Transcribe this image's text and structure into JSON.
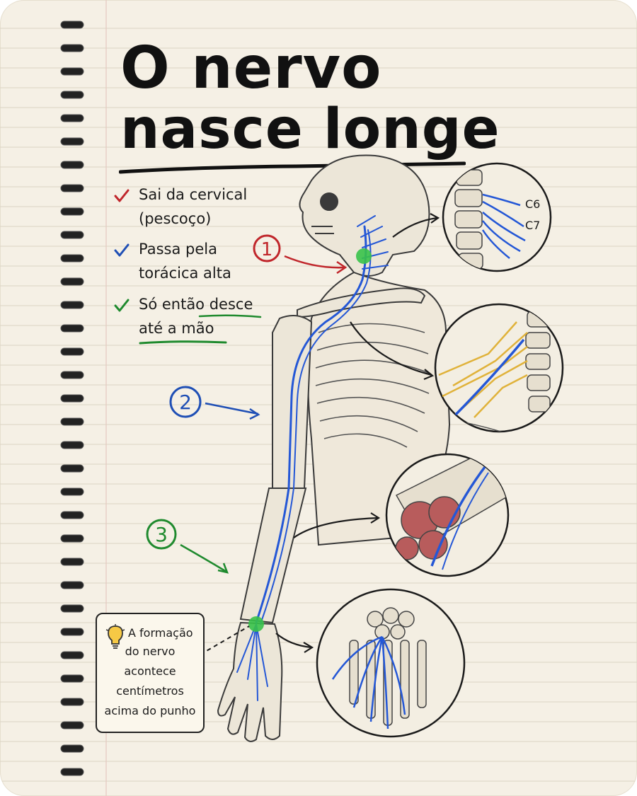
{
  "title": {
    "line1": "O nervo",
    "line2": "nasce longe"
  },
  "checklist": [
    {
      "lines": [
        "Sai da cervical",
        "(pescoço)"
      ],
      "color": "#c0262b"
    },
    {
      "lines": [
        "Passa pela",
        "torácica alta"
      ],
      "color": "#1f4fb5"
    },
    {
      "lines": [
        "Só então desce",
        "até a mão"
      ],
      "color": "#1f8a2e"
    }
  ],
  "markers": [
    {
      "label": "1",
      "color": "#c0262b"
    },
    {
      "label": "2",
      "color": "#1f4fb5"
    },
    {
      "label": "3",
      "color": "#1f8a2e"
    }
  ],
  "spine_labels": [
    "C6",
    "C7"
  ],
  "callout": {
    "icon": "lightbulb-icon",
    "lines": [
      "A formação",
      "do nervo",
      "acontece",
      "centímetros",
      "acima do punho"
    ]
  },
  "colors": {
    "nerve": "#2457d6",
    "plexus": "#e0b23a",
    "highlight": "#39c24a",
    "muscle": "#b85c5c"
  }
}
